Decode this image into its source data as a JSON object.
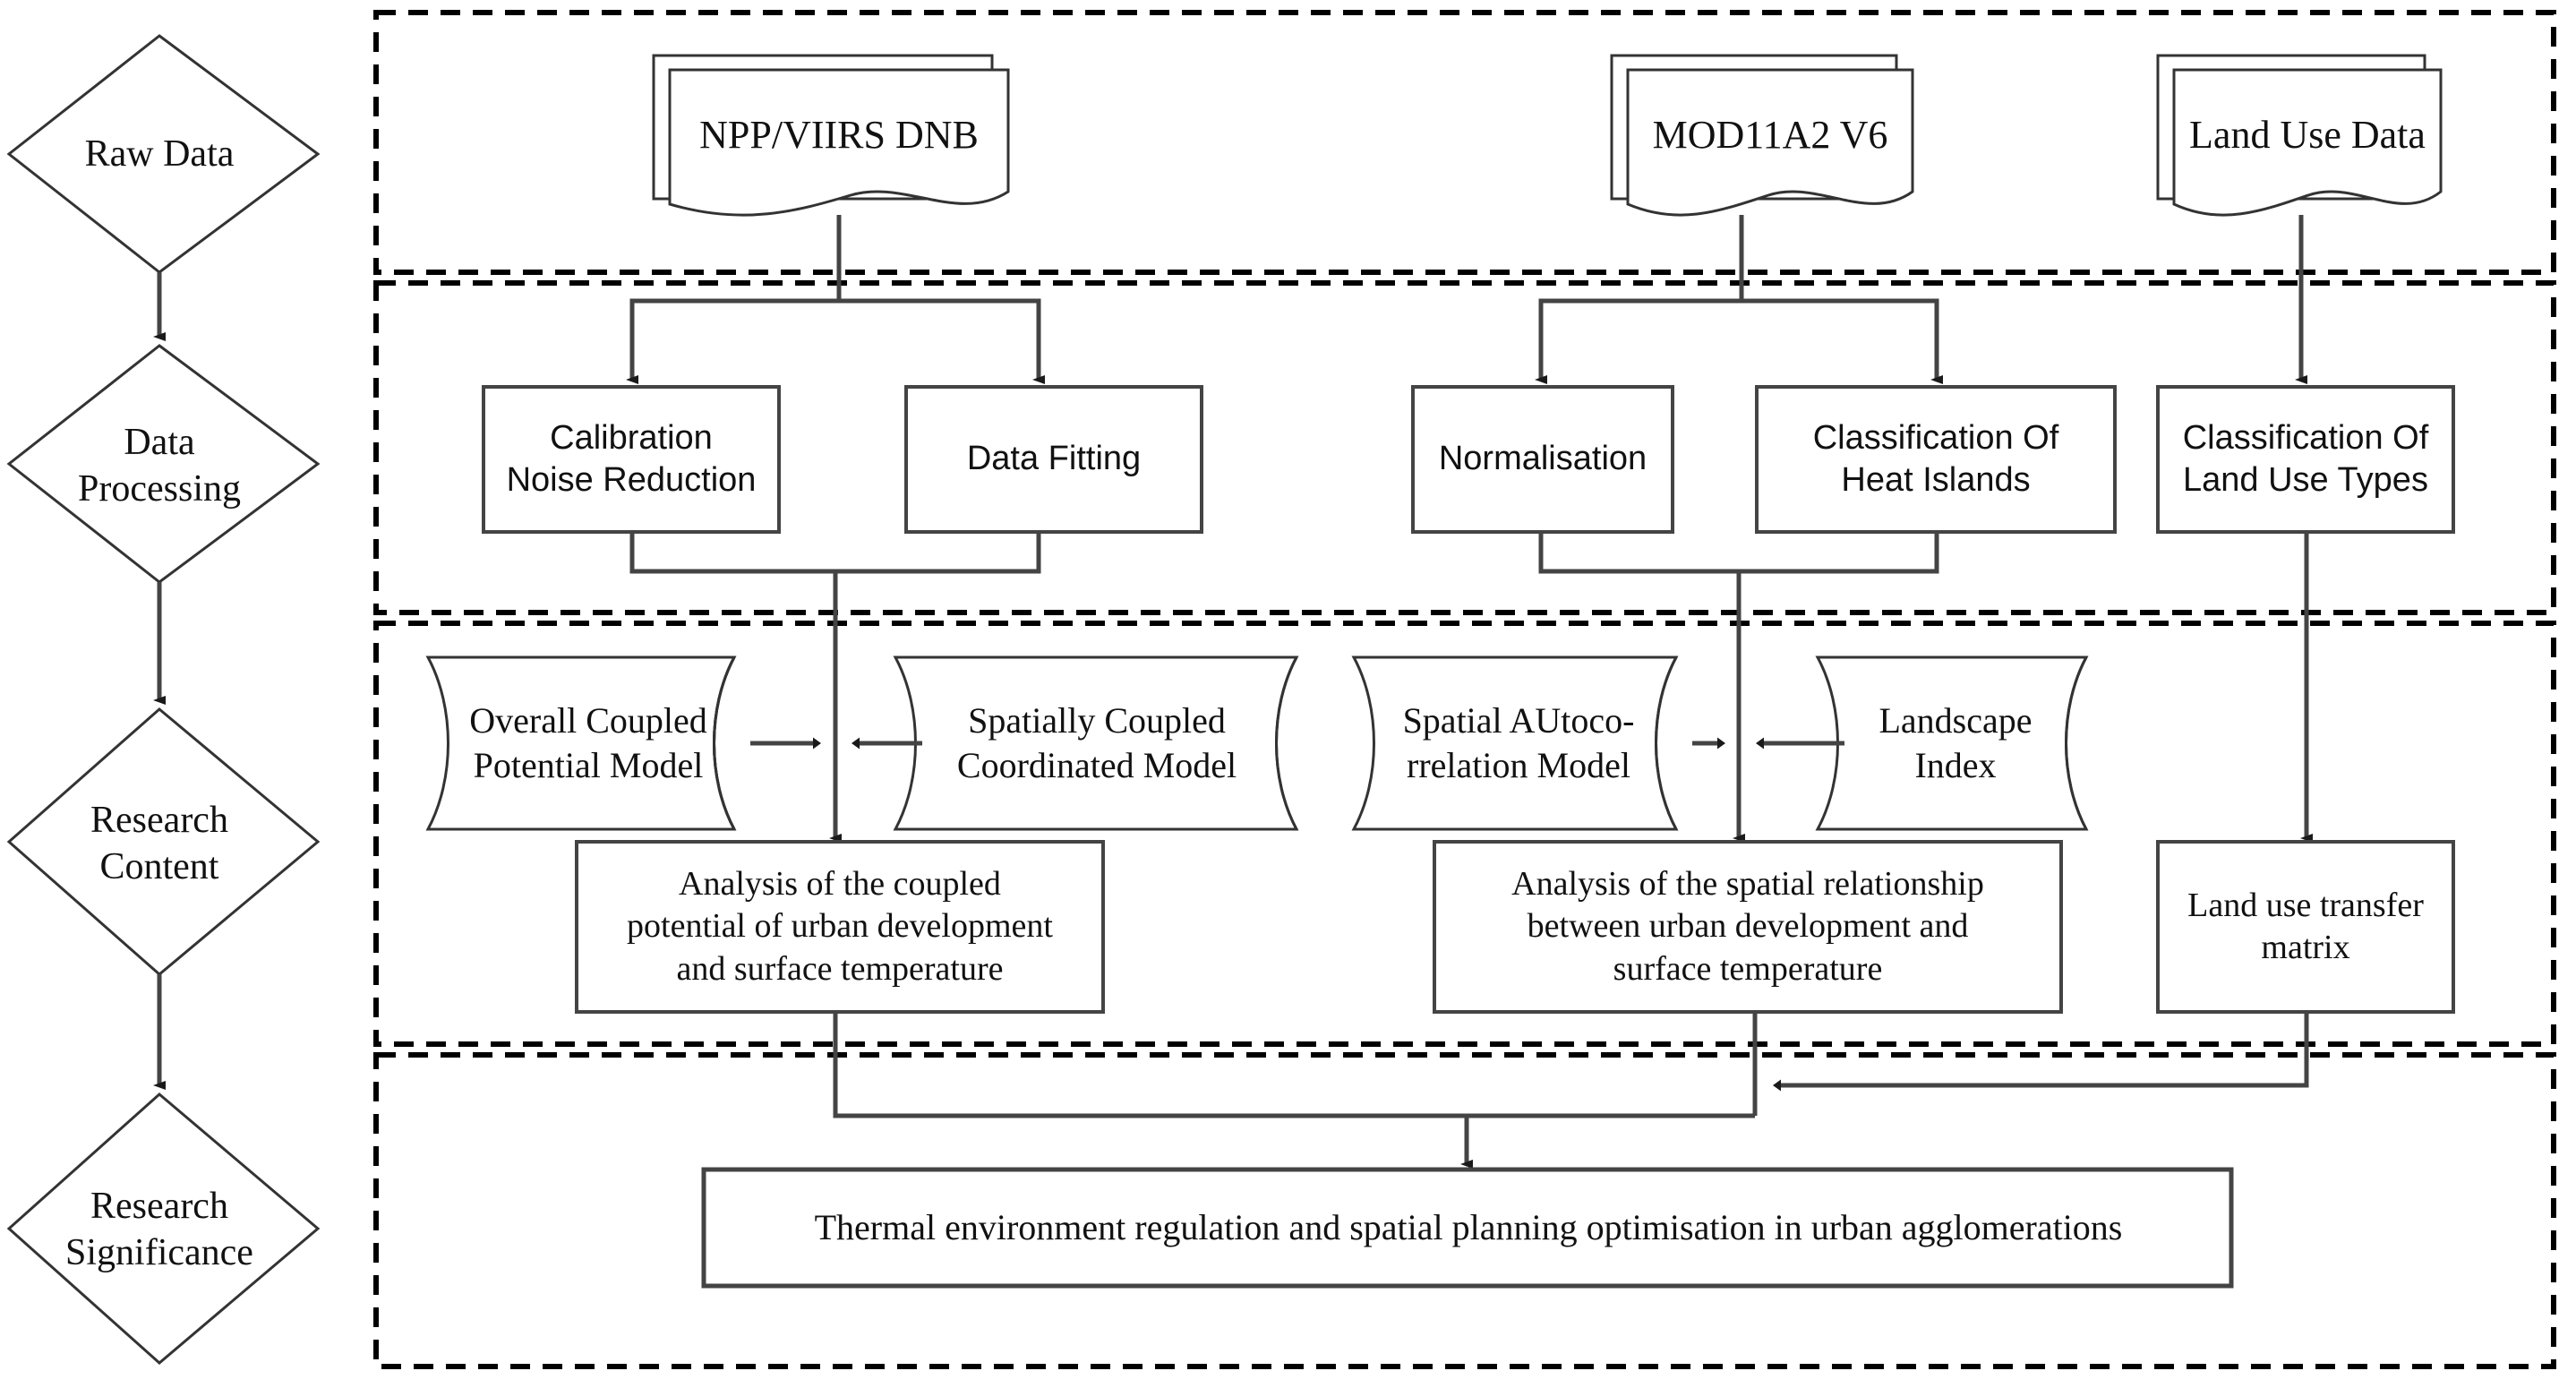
{
  "diagram": {
    "title": "Research framework flowchart",
    "colors": {
      "stroke": "#333333",
      "dashed_border": "#000000",
      "text": "#111111",
      "background": "#ffffff"
    }
  },
  "stages": [
    {
      "id": "raw-data",
      "label": "Raw Data"
    },
    {
      "id": "data-processing",
      "label": "Data\nProcessing"
    },
    {
      "id": "research-content",
      "label": "Research\nContent"
    },
    {
      "id": "research-significance",
      "label": "Research\nSignificance"
    }
  ],
  "raw_data_sources": [
    {
      "id": "npp-viirs-dnb",
      "label": "NPP/VIIRS DNB"
    },
    {
      "id": "mod11a2-v6",
      "label": "MOD11A2 V6"
    },
    {
      "id": "land-use-data",
      "label": "Land Use Data"
    }
  ],
  "processing_steps": [
    {
      "id": "calibration-noise-reduction",
      "label": "Calibration\nNoise Reduction"
    },
    {
      "id": "data-fitting",
      "label": "Data Fitting"
    },
    {
      "id": "normalisation",
      "label": "Normalisation"
    },
    {
      "id": "classification-of-heat-islands",
      "label": "Classification Of\nHeat Islands"
    },
    {
      "id": "classification-of-land-use-types",
      "label": "Classification Of\nLand Use Types"
    }
  ],
  "models": [
    {
      "id": "overall-coupled-potential-model",
      "label": "Overall Coupled\nPotential Model"
    },
    {
      "id": "spatially-coupled-coordinated-model",
      "label": "Spatially Coupled\nCoordinated Model"
    },
    {
      "id": "spatial-autocorrelation-model",
      "label": "Spatial AUtoco-\nrrelation Model"
    },
    {
      "id": "landscape-index",
      "label": "Landscape\nIndex"
    }
  ],
  "analyses": [
    {
      "id": "coupled-potential-analysis",
      "label": "Analysis of the coupled\npotential of urban development\nand surface temperature"
    },
    {
      "id": "spatial-relationship-analysis",
      "label": "Analysis of the spatial relationship\nbetween urban development and\nsurface temperature"
    },
    {
      "id": "land-use-transfer-matrix",
      "label": "Land use transfer\nmatrix"
    }
  ],
  "conclusion": {
    "id": "thermal-environment-conclusion",
    "label": "Thermal environment regulation and spatial planning optimisation in urban agglomerations"
  }
}
